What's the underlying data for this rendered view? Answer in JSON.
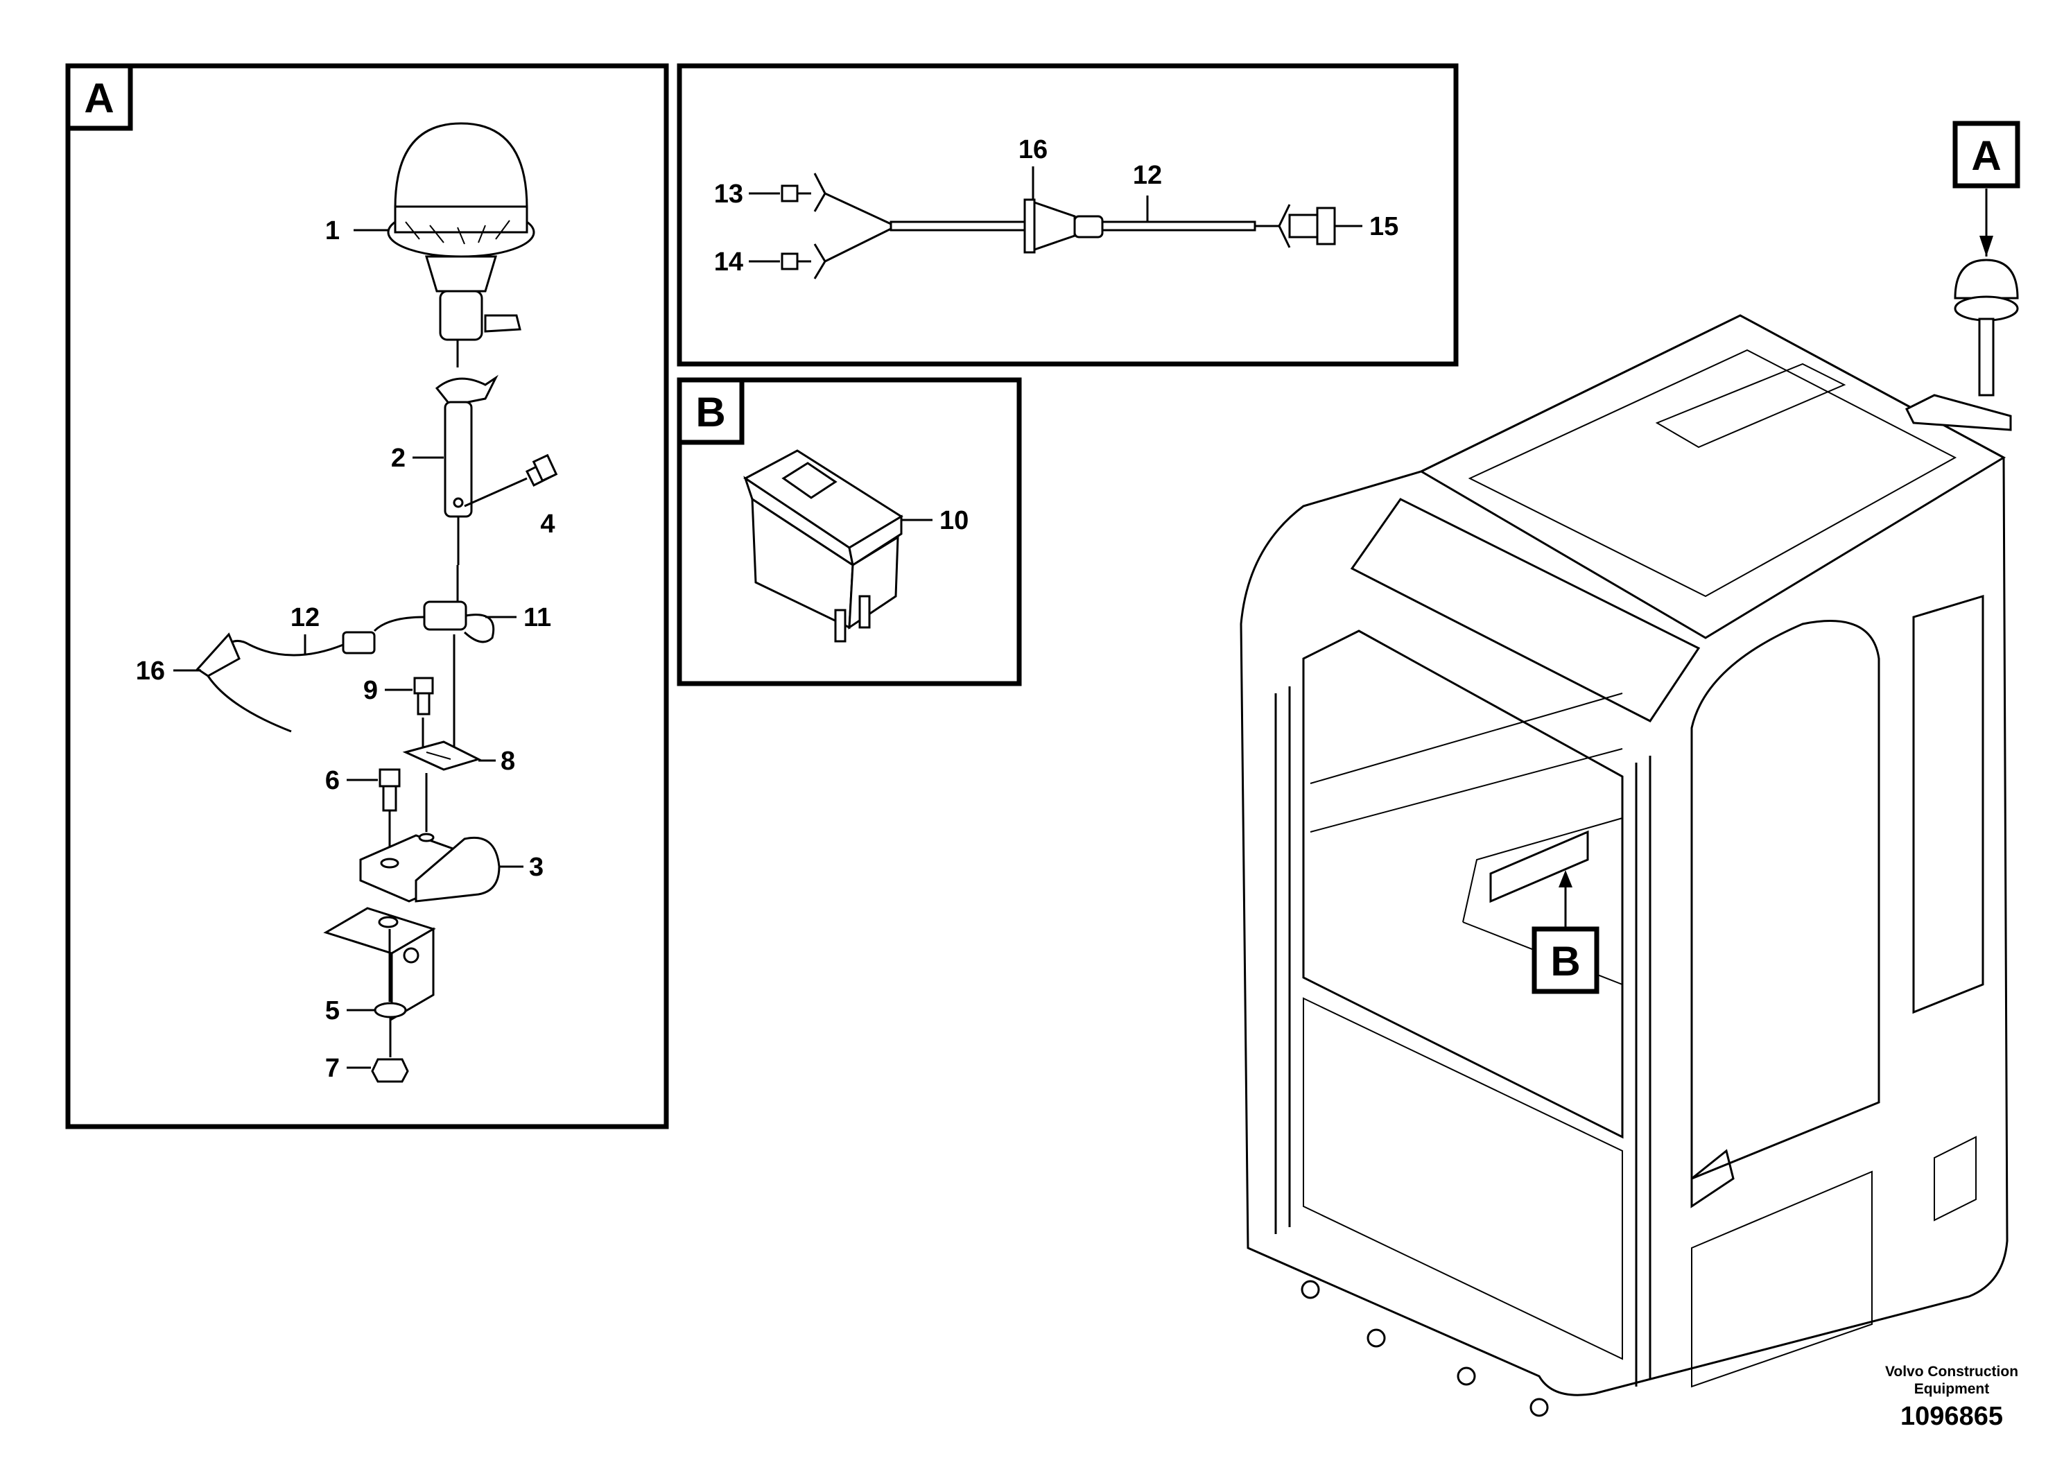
{
  "panels": {
    "a": {
      "ref": "A"
    },
    "b": {
      "ref": "B"
    }
  },
  "callouts": {
    "beacon": "1",
    "pipe": "2",
    "bracket_3": "3",
    "screw_4": "4",
    "washer_5": "5",
    "screw_6": "6",
    "nut_7": "7",
    "clamp_8": "8",
    "screw_9": "9",
    "switch_10": "10",
    "clip_11": "11",
    "cable_12_a": "12",
    "cable_12_wiring": "12",
    "connector_13": "13",
    "connector_14": "14",
    "connector_15": "15",
    "grommet_16_a": "16",
    "grommet_16_wiring": "16"
  },
  "cab_refs": {
    "a": "A",
    "b": "B"
  },
  "footer": {
    "credit_line1": "Volvo Construction",
    "credit_line2": "Equipment",
    "doc_number": "1096865"
  }
}
